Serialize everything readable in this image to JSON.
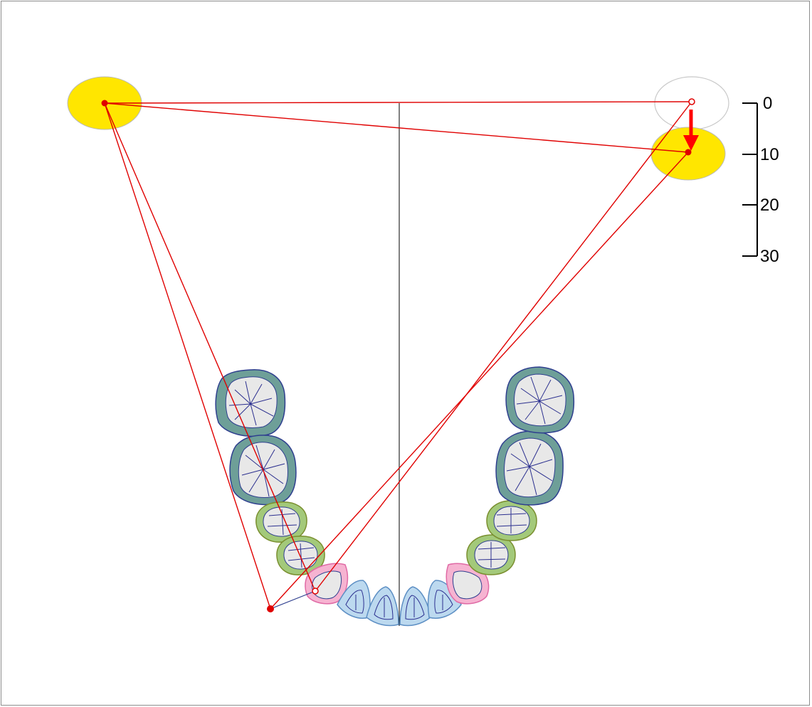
{
  "scale": {
    "ticks": [
      {
        "label": "0",
        "value": 0
      },
      {
        "label": "10",
        "value": 10
      },
      {
        "label": "20",
        "value": 20
      },
      {
        "label": "30",
        "value": 30
      }
    ]
  },
  "colors": {
    "frame_border": "#8c8c8c",
    "condyle_fill": "#ffe600",
    "construction_line": "#e00000",
    "movement_arrow": "#ff0000",
    "midline": "#000000",
    "incisor_fill": "#bcd9ef",
    "incisor_outline": "#5d8fc4",
    "canine_fill": "#f6b3d1",
    "canine_outline": "#e06aa5",
    "premolar_fill": "#a3c97a",
    "premolar_outline": "#7a8f2f",
    "molar_fill": "#6e9f98",
    "molar_outline": "#2f3f8f",
    "occlusal_surface": "#e8e8e8",
    "fissure": "#2b2f8f"
  }
}
